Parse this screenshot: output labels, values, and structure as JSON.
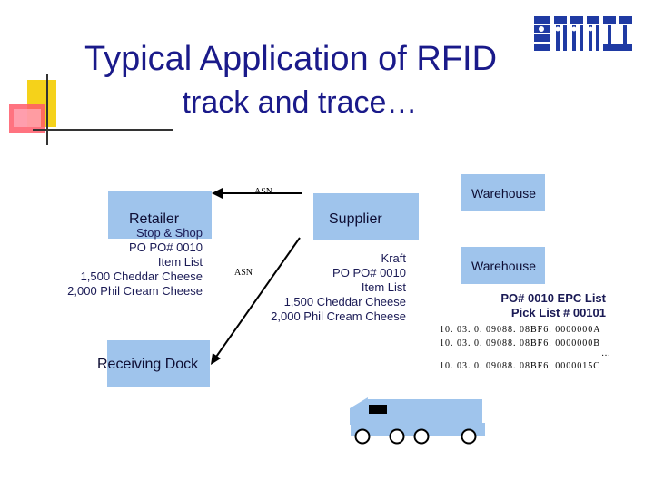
{
  "slide": {
    "title": "Typical Application of RFID",
    "subtitle": "track and trace…"
  },
  "nodes": {
    "retailer": "Retailer",
    "supplier": "Supplier",
    "warehouse_top": "Warehouse",
    "warehouse_mid": "Warehouse",
    "receiving_dock": "Receiving Dock"
  },
  "arrows": {
    "asn_top": "ASN",
    "asn_diag": "ASN"
  },
  "retailer_order": {
    "company": "Stop & Shop",
    "po": "PO  PO# 0010",
    "item_list": "Item List",
    "item1": "1,500 Cheddar Cheese",
    "item2": "2,000 Phil Cream Cheese"
  },
  "supplier_order": {
    "company": "Kraft",
    "po": "PO  PO# 0010",
    "item_list": "Item List",
    "item1": "1,500 Cheddar Cheese",
    "item2": "2,000 Phil Cream Cheese"
  },
  "warehouse_lists": {
    "epc_list": "PO# 0010  EPC List",
    "pick_list": "Pick List # 00101",
    "epc_codes": [
      "10. 03. 0. 09088. 08BF6. 0000000A",
      "10. 03. 0. 09088. 08BF6. 0000000B",
      "10. 03. 0. 09088. 08BF6. 0000015C"
    ],
    "ellipsis": "…"
  },
  "colors": {
    "box_fill": "#9fc4ec",
    "title": "#1a1a8a",
    "deco_yellow": "#f5d21a",
    "deco_red": "#f03a3a",
    "logo_blue": "#1f3aa3"
  }
}
